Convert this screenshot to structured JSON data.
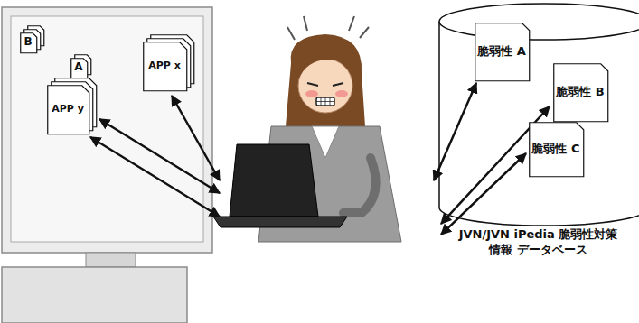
{
  "diagram": {
    "nodes": [
      {
        "text": [
          "B"
        ]
      },
      {
        "text": [
          "A"
        ]
      },
      {
        "text": [
          "APP x"
        ]
      },
      {
        "text": [
          "APP y"
        ]
      },
      {
        "text": [
          "JVN/JVN iPedia 脆弱性対策情報 データベース"
        ]
      },
      {
        "text": [
          "脆弱性 A"
        ],
        "in": 4
      },
      {
        "text": [
          "脆弱性 B"
        ],
        "in": 4
      },
      {
        "text": [
          "脆弱性 C"
        ],
        "in": 4
      }
    ]
  }
}
